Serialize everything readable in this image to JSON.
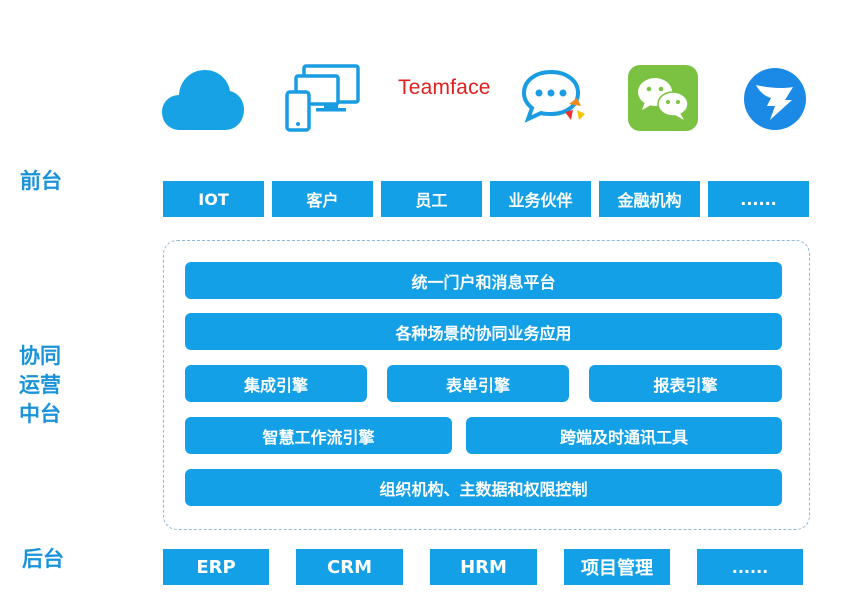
{
  "top_icons": {
    "brand_text": "Teamface",
    "icons": [
      "cloud-icon",
      "devices-icon",
      "chat-bubble-icon",
      "wechat-icon",
      "dingtalk-icon"
    ]
  },
  "labels": {
    "front": "前台",
    "middle": "协同\n运营\n中台",
    "back": "后台"
  },
  "front_row": [
    "IOT",
    "客户",
    "员工",
    "业务伙伴",
    "金融机构",
    "......"
  ],
  "middle_rows": {
    "row1": [
      "统一门户和消息平台"
    ],
    "row2": [
      "各种场景的协同业务应用"
    ],
    "row3": [
      "集成引擎",
      "表单引擎",
      "报表引擎"
    ],
    "row4": [
      "智慧工作流引擎",
      "跨端及时通讯工具"
    ],
    "row5": [
      "组织机构、主数据和权限控制"
    ]
  },
  "back_row": [
    "ERP",
    "CRM",
    "HRM",
    "项目管理",
    "......"
  ],
  "colors": {
    "bar": "#13a0e6",
    "label": "#1a93d9",
    "brand": "#e02020",
    "wechat": "#7cc242",
    "dingtalk": "#1b8ae6"
  }
}
